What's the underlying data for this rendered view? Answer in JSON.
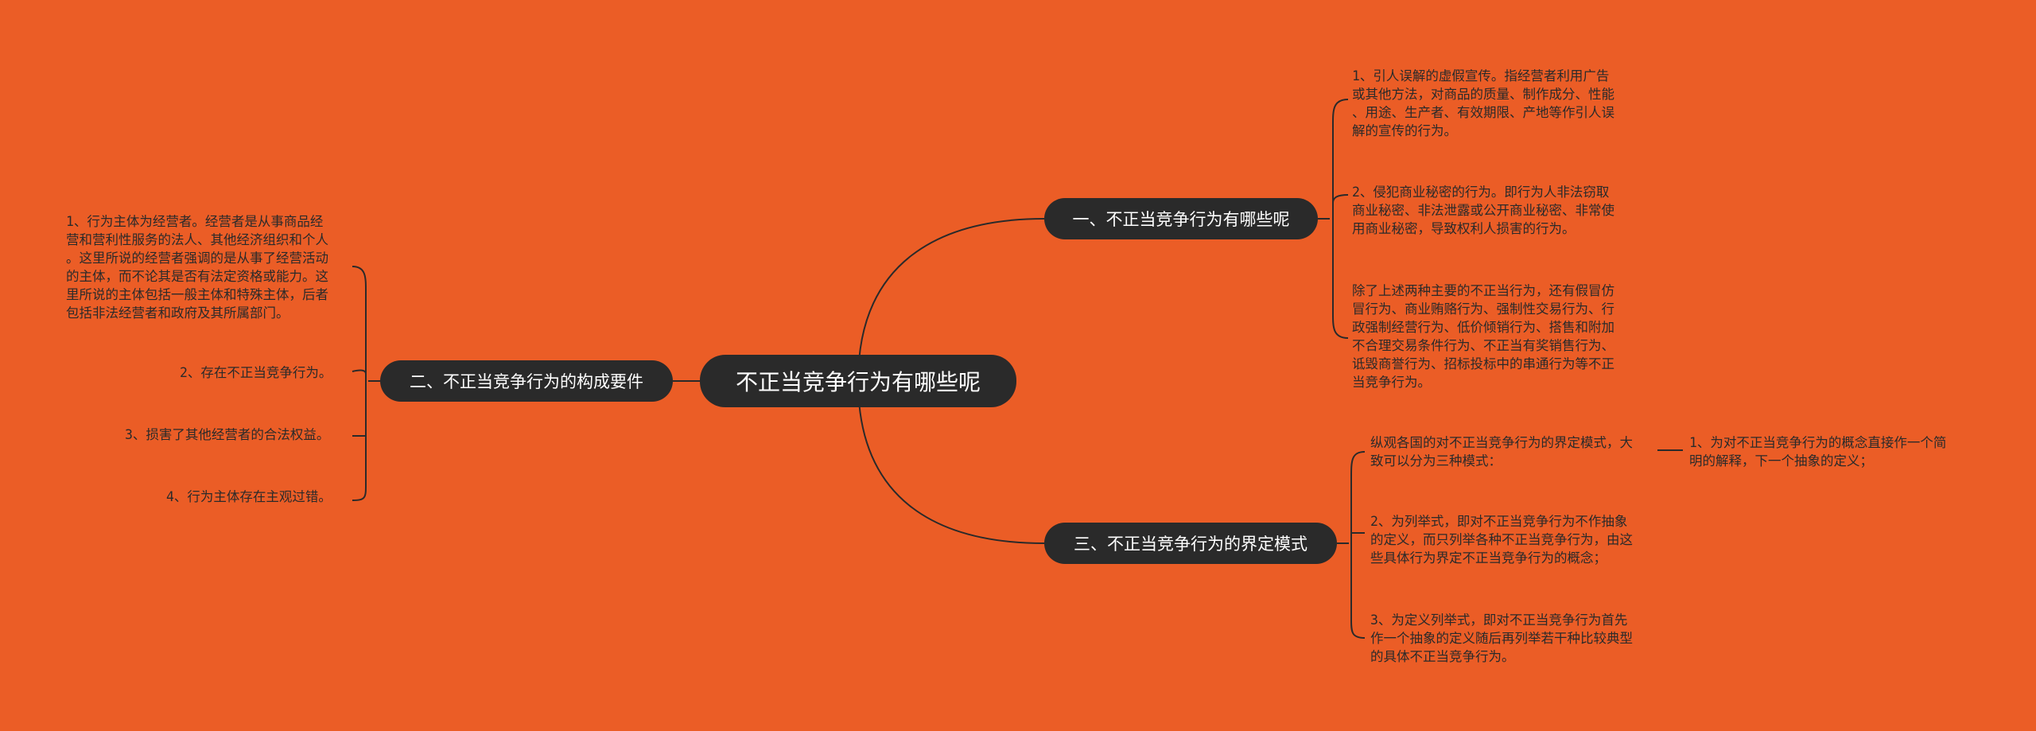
{
  "colors": {
    "background": "#EB5D26",
    "node_fill": "#2A2A2A",
    "node_text": "#FFFFFF",
    "line": "#2A2A2A",
    "leaf_text": "#2A2A2A"
  },
  "root": {
    "label": "不正当竞争行为有哪些呢"
  },
  "branches": [
    {
      "label": "一、不正当竞争行为有哪些呢",
      "children": [
        {
          "lines": [
            "1、引人误解的虚假宣传。指经营者利用广告",
            "或其他方法，对商品的质量、制作成分、性能",
            "、用途、生产者、有效期限、产地等作引人误",
            "解的宣传的行为。"
          ]
        },
        {
          "lines": [
            "2、侵犯商业秘密的行为。即行为人非法窃取",
            "商业秘密、非法泄露或公开商业秘密、非常使",
            "用商业秘密，导致权利人损害的行为。"
          ]
        },
        {
          "lines": [
            "除了上述两种主要的不正当行为，还有假冒仿",
            "冒行为、商业贿赂行为、强制性交易行为、行",
            "政强制经营行为、低价倾销行为、搭售和附加",
            "不合理交易条件行为、不正当有奖销售行为、",
            "诋毁商誉行为、招标投标中的串通行为等不正",
            "当竞争行为。"
          ]
        }
      ]
    },
    {
      "label": "二、不正当竞争行为的构成要件",
      "children": [
        {
          "lines": [
            "1、行为主体为经营者。经营者是从事商品经",
            "营和营利性服务的法人、其他经济组织和个人",
            "。这里所说的经营者强调的是从事了经营活动",
            "的主体，而不论其是否有法定资格或能力。这",
            "里所说的主体包括一般主体和特殊主体，后者",
            "包括非法经营者和政府及其所属部门。"
          ]
        },
        {
          "lines": [
            "2、存在不正当竞争行为。"
          ]
        },
        {
          "lines": [
            "3、损害了其他经营者的合法权益。"
          ]
        },
        {
          "lines": [
            "4、行为主体存在主观过错。"
          ]
        }
      ]
    },
    {
      "label": "三、不正当竞争行为的界定模式",
      "children": [
        {
          "lines": [
            "纵观各国的对不正当竞争行为的界定模式，大",
            "致可以分为三种模式："
          ],
          "sub": {
            "lines": [
              "1、为对不正当竞争行为的概念直接作一个简",
              "明的解释，下一个抽象的定义；"
            ]
          }
        },
        {
          "lines": [
            "2、为列举式，即对不正当竞争行为不作抽象",
            "的定义，而只列举各种不正当竞争行为，由这",
            "些具体行为界定不正当竞争行为的概念；"
          ]
        },
        {
          "lines": [
            "3、为定义列举式，即对不正当竞争行为首先",
            "作一个抽象的定义随后再列举若干种比较典型",
            "的具体不正当竞争行为。"
          ]
        }
      ]
    }
  ]
}
